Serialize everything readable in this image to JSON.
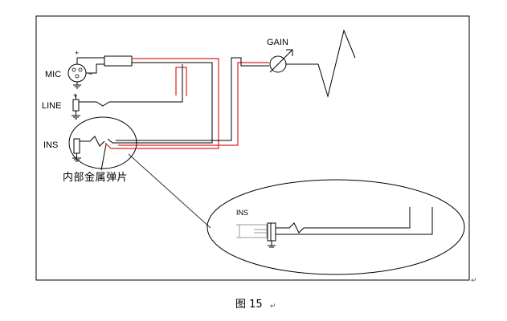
{
  "labels": {
    "gain": "GAIN",
    "mic": "MIC",
    "line": "LINE",
    "ins": "INS",
    "ins_detail": "INS",
    "plus": "+",
    "minus": "−",
    "internal_spring": "内部金属弹片"
  },
  "caption": {
    "text": "图 15"
  },
  "colors": {
    "wire_black": "#000000",
    "wire_red": "#e02020",
    "frame": "#000000",
    "leader": "#333333",
    "detail_gray": "#999999"
  }
}
